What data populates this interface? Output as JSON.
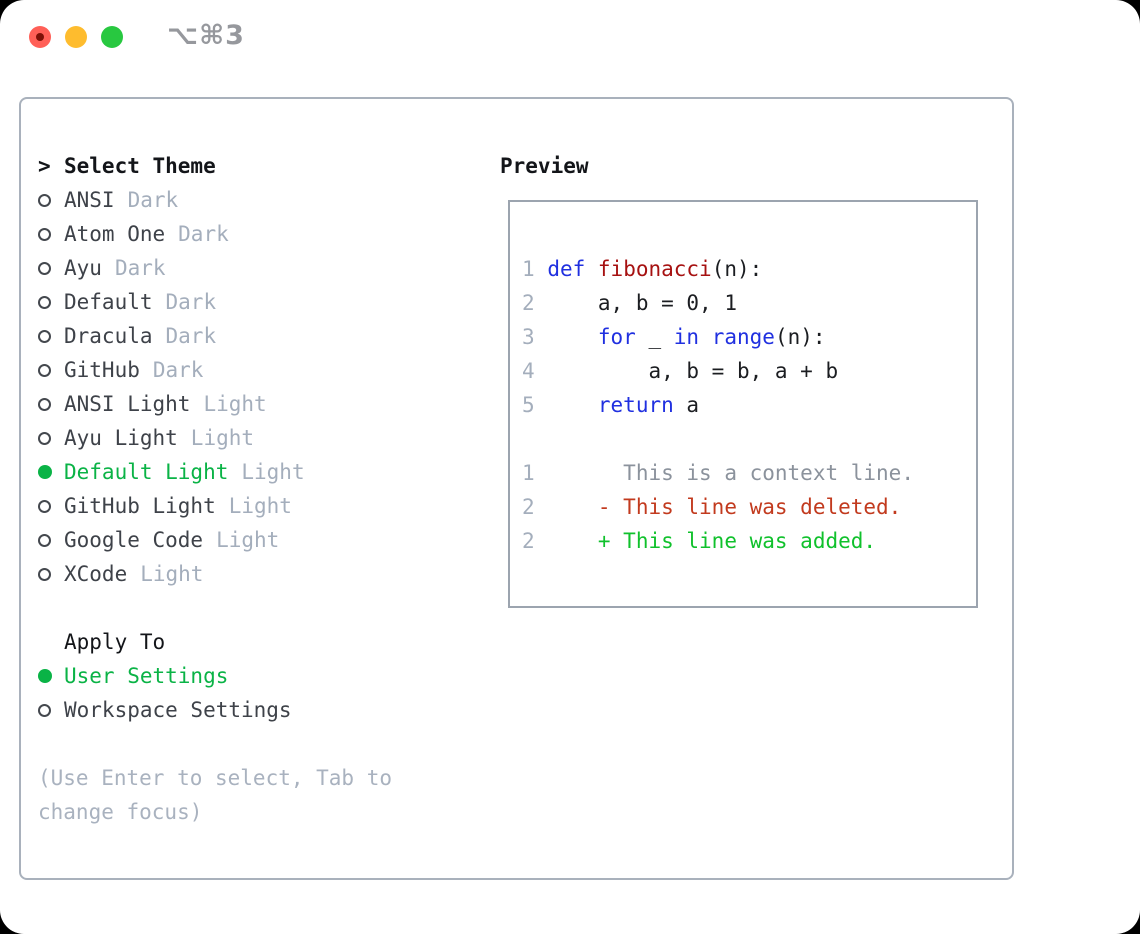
{
  "window": {
    "title": "⌥⌘3",
    "traffic_lights": [
      {
        "name": "close",
        "has_dot": true
      },
      {
        "name": "minimize",
        "has_dot": false
      },
      {
        "name": "maximize",
        "has_dot": false
      }
    ]
  },
  "theme_panel": {
    "header": {
      "prompt": ">",
      "label": "Select Theme"
    },
    "items": [
      {
        "name": "ANSI",
        "tag": "Dark",
        "selected": false
      },
      {
        "name": "Atom One",
        "tag": "Dark",
        "selected": false
      },
      {
        "name": "Ayu",
        "tag": "Dark",
        "selected": false
      },
      {
        "name": "Default",
        "tag": "Dark",
        "selected": false
      },
      {
        "name": "Dracula",
        "tag": "Dark",
        "selected": false
      },
      {
        "name": "GitHub",
        "tag": "Dark",
        "selected": false
      },
      {
        "name": "ANSI Light",
        "tag": "Light",
        "selected": false
      },
      {
        "name": "Ayu Light",
        "tag": "Light",
        "selected": false
      },
      {
        "name": "Default Light",
        "tag": "Light",
        "selected": true
      },
      {
        "name": "GitHub Light",
        "tag": "Light",
        "selected": false
      },
      {
        "name": "Google Code",
        "tag": "Light",
        "selected": false
      },
      {
        "name": "XCode",
        "tag": "Light",
        "selected": false
      }
    ],
    "apply_to": {
      "label": "Apply To",
      "options": [
        {
          "label": "User Settings",
          "selected": true
        },
        {
          "label": "Workspace Settings",
          "selected": false
        }
      ]
    },
    "hint": "(Use Enter to select, Tab to change focus)"
  },
  "preview": {
    "label": "Preview",
    "lines": [
      {
        "num": "1",
        "tokens": [
          {
            "text": "def",
            "style": "kw"
          },
          {
            "text": " ",
            "style": "pl"
          },
          {
            "text": "fibonacci",
            "style": "fn"
          },
          {
            "text": "(n):",
            "style": "pl"
          }
        ]
      },
      {
        "num": "2",
        "tokens": [
          {
            "text": "    a, b = 0, 1",
            "style": "pl"
          }
        ]
      },
      {
        "num": "3",
        "tokens": [
          {
            "text": "    ",
            "style": "pl"
          },
          {
            "text": "for",
            "style": "kw"
          },
          {
            "text": " _ ",
            "style": "pl"
          },
          {
            "text": "in",
            "style": "kw"
          },
          {
            "text": " ",
            "style": "pl"
          },
          {
            "text": "range",
            "style": "kw"
          },
          {
            "text": "(n):",
            "style": "pl"
          }
        ]
      },
      {
        "num": "4",
        "tokens": [
          {
            "text": "        a, b = b, a + b",
            "style": "pl"
          }
        ]
      },
      {
        "num": "5",
        "tokens": [
          {
            "text": "    ",
            "style": "pl"
          },
          {
            "text": "return",
            "style": "kw"
          },
          {
            "text": " a",
            "style": "pl"
          }
        ]
      },
      {
        "num": "",
        "tokens": []
      },
      {
        "num": "1",
        "tokens": [
          {
            "text": "      ",
            "style": "pl"
          },
          {
            "text": "This is a context line.",
            "style": "ctx"
          }
        ]
      },
      {
        "num": "2",
        "tokens": [
          {
            "text": "    ",
            "style": "pl"
          },
          {
            "text": "- This line was deleted.",
            "style": "del"
          }
        ]
      },
      {
        "num": "2",
        "tokens": [
          {
            "text": "    ",
            "style": "pl"
          },
          {
            "text": "+ This line was added.",
            "style": "add"
          }
        ]
      }
    ]
  },
  "colors": {
    "keyword_blue": "#2030e0",
    "function_red": "#a61111",
    "plain_code": "#1b1d21",
    "line_number_gray": "#a4aebc",
    "context_gray": "#8b929c",
    "deleted_red": "#c23a1e",
    "added_green": "#10c12c",
    "selection_green": "#0ab346",
    "item_text": "#3e4249",
    "heading_text": "#131519",
    "tag_gray": "#a4aebc",
    "hint_gray": "#a9b2bf",
    "panel_border": "#a9b1bc",
    "preview_border": "#9ca4af",
    "traffic_red": "#ff5f57",
    "traffic_red_dot": "#7d1007",
    "traffic_yellow": "#febc2e",
    "traffic_green": "#28c840",
    "title_gray": "#96989d",
    "window_bg": "#ffffff",
    "outside_bg": "#000000"
  }
}
